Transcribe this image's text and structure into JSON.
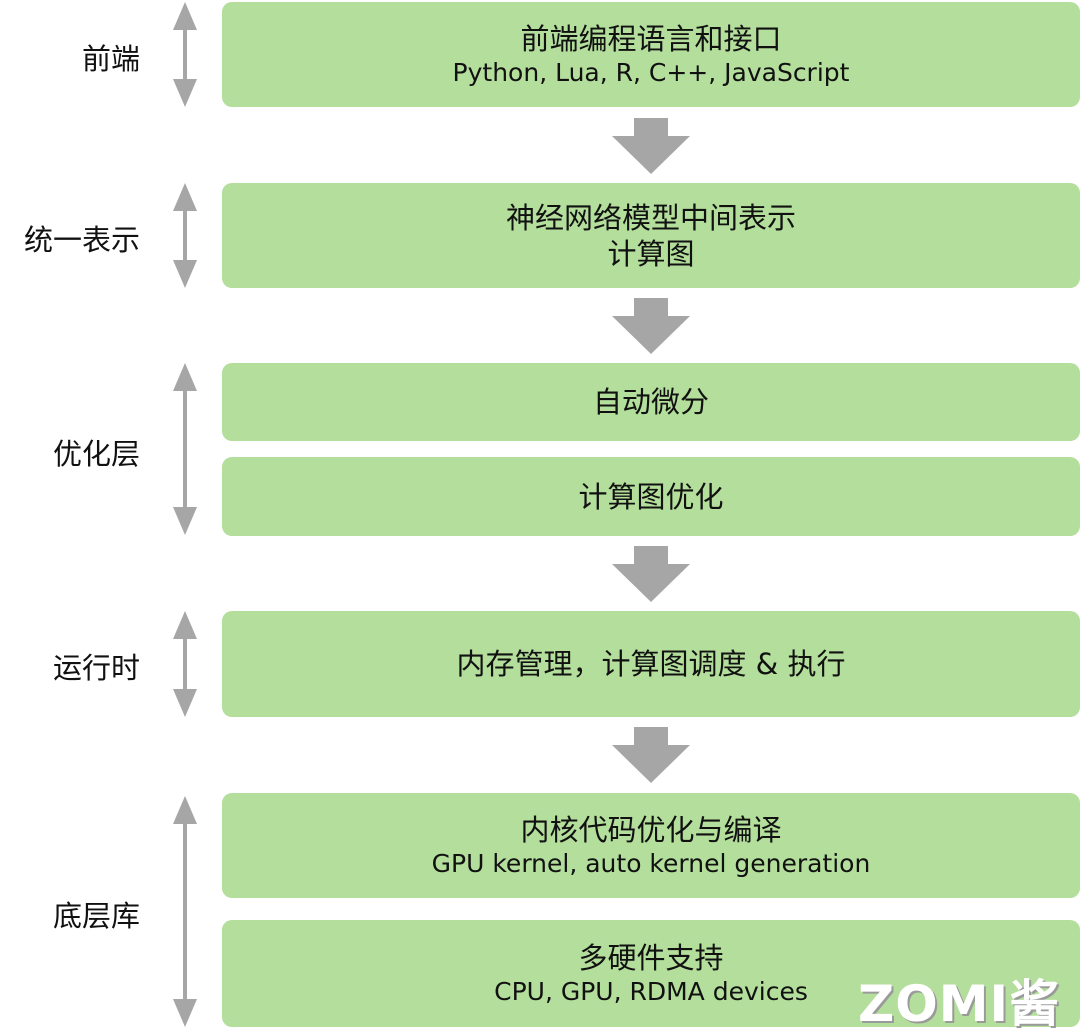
{
  "layers": [
    {
      "label": "前端"
    },
    {
      "label": "统一表示"
    },
    {
      "label": "优化层"
    },
    {
      "label": "运行时"
    },
    {
      "label": "底层库"
    }
  ],
  "boxes": [
    {
      "title": "前端编程语言和接口",
      "subtitle": "Python, Lua, R, C++, JavaScript"
    },
    {
      "title": "神经网络模型中间表示",
      "subtitle": "计算图"
    },
    {
      "title": "自动微分"
    },
    {
      "title": "计算图优化"
    },
    {
      "title": "内存管理，计算图调度 & 执行"
    },
    {
      "title": "内核代码优化与编译",
      "subtitle": "GPU kernel, auto kernel generation"
    },
    {
      "title": "多硬件支持",
      "subtitle": "CPU, GPU, RDMA devices"
    }
  ],
  "watermark": "ZOMI酱",
  "colors": {
    "box": "#b3de9b",
    "arrow": "#a6a6a6",
    "text": "#111111"
  }
}
